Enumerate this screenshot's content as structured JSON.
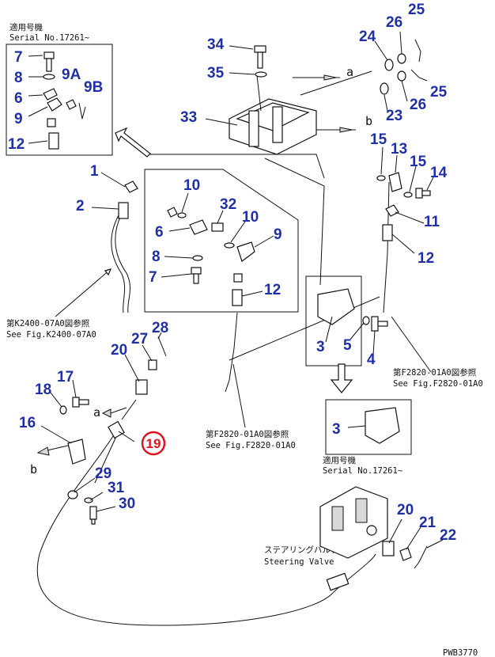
{
  "notes": {
    "applicable_serial_1_jp": "適用号機",
    "applicable_serial_1_en": "Serial No.17261~",
    "applicable_serial_2_jp": "適用号機",
    "applicable_serial_2_en": "Serial No.17261~",
    "ref_k2400_jp": "第K2400-07A0図参照",
    "ref_k2400_en": "See Fig.K2400-07A0",
    "ref_f2820_right_jp": "第F2820-01A0図参照",
    "ref_f2820_right_en": "See Fig.F2820-01A0",
    "ref_f2820_mid_jp": "第F2820-01A0図参照",
    "ref_f2820_mid_en": "See Fig.F2820-01A0",
    "steering_valve_jp": "ステアリングバルブ",
    "steering_valve_en": "Steering Valve",
    "drawing_id": "PWB3770"
  },
  "arrow_labels": {
    "a": "a",
    "b": "b"
  },
  "part_numbers": {
    "p7_box": "7",
    "p8_box": "8",
    "p6_box": "6",
    "p9_box": "9",
    "p12_box": "12",
    "p9a": "9A",
    "p9b": "9B",
    "p34": "34",
    "p35": "35",
    "p33": "33",
    "p24": "24",
    "p26_top": "26",
    "p25_top": "25",
    "p25_mid": "25",
    "p26_mid": "26",
    "p23": "23",
    "p1": "1",
    "p2": "2",
    "p10_a": "10",
    "p32": "32",
    "p10_b": "10",
    "p6_mid": "6",
    "p9_mid": "9",
    "p8_mid": "8",
    "p7_mid": "7",
    "p12_mid": "12",
    "p15_a": "15",
    "p13": "13",
    "p15_b": "15",
    "p14": "14",
    "p11": "11",
    "p12_right": "12",
    "p3_mid": "3",
    "p5": "5",
    "p4": "4",
    "p3_box": "3",
    "p28": "28",
    "p27": "27",
    "p20_left": "20",
    "p17": "17",
    "p18": "18",
    "p16": "16",
    "p19": "19",
    "p29": "29",
    "p31": "31",
    "p30": "30",
    "p20_right": "20",
    "p21": "21",
    "p22": "22"
  },
  "highlight": {
    "circled_part": "19",
    "color": "#e0141c"
  },
  "colors": {
    "label": "#1f2fa8",
    "line": "#111111"
  }
}
